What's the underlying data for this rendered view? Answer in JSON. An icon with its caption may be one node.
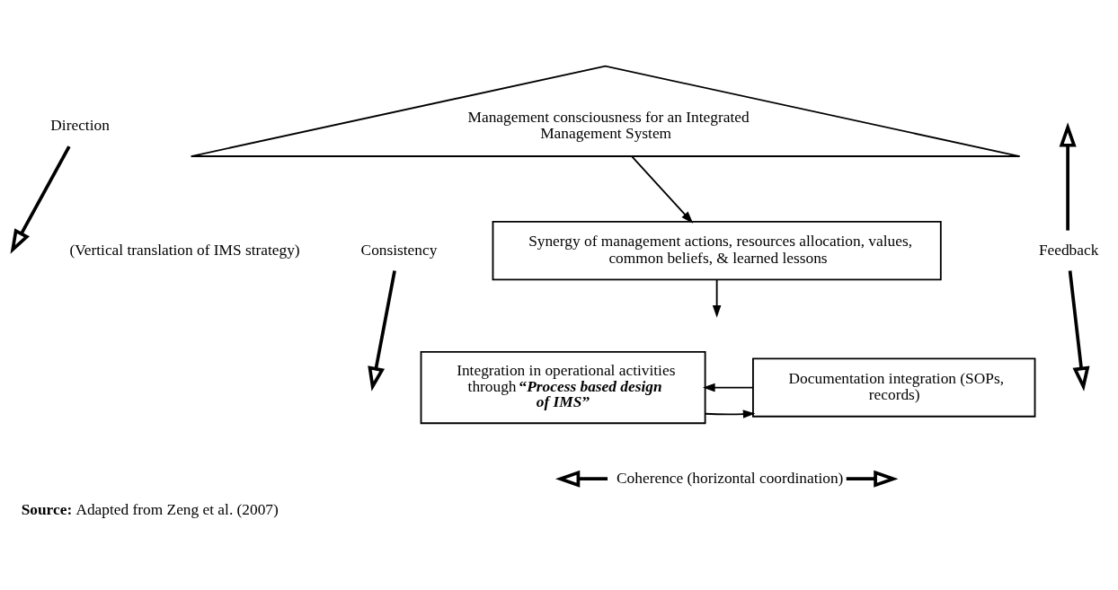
{
  "diagram": {
    "caption": "**Source:** Adapted from Zeng et al. (2007)",
    "nodes": [
      {
        "text": [
          "Management consciousness for an Integrated Management System"
        ]
      },
      {
        "text": [
          "Synergy of management actions, resources allocation, values, common beliefs, & learned lessons"
        ]
      },
      {
        "text": [
          "Integration in operational activities through **“*Process based design of IMS*”**"
        ]
      },
      {
        "text": [
          "Documentation integration (SOPs, records)"
        ]
      }
    ],
    "edges": [
      {
        "from": 0,
        "to": 1,
        "arrow": "to"
      },
      {
        "from": 1,
        "to": null,
        "arrow": "to"
      },
      {
        "from": 2,
        "to": 3,
        "arrow": "to"
      },
      {
        "from": 3,
        "to": 2,
        "arrow": "to"
      }
    ],
    "labels": [
      "Direction",
      "(Vertical translation of IMS strategy)",
      "Consistency",
      "Feedback",
      "Coherence (horizontal coordination)"
    ]
  }
}
